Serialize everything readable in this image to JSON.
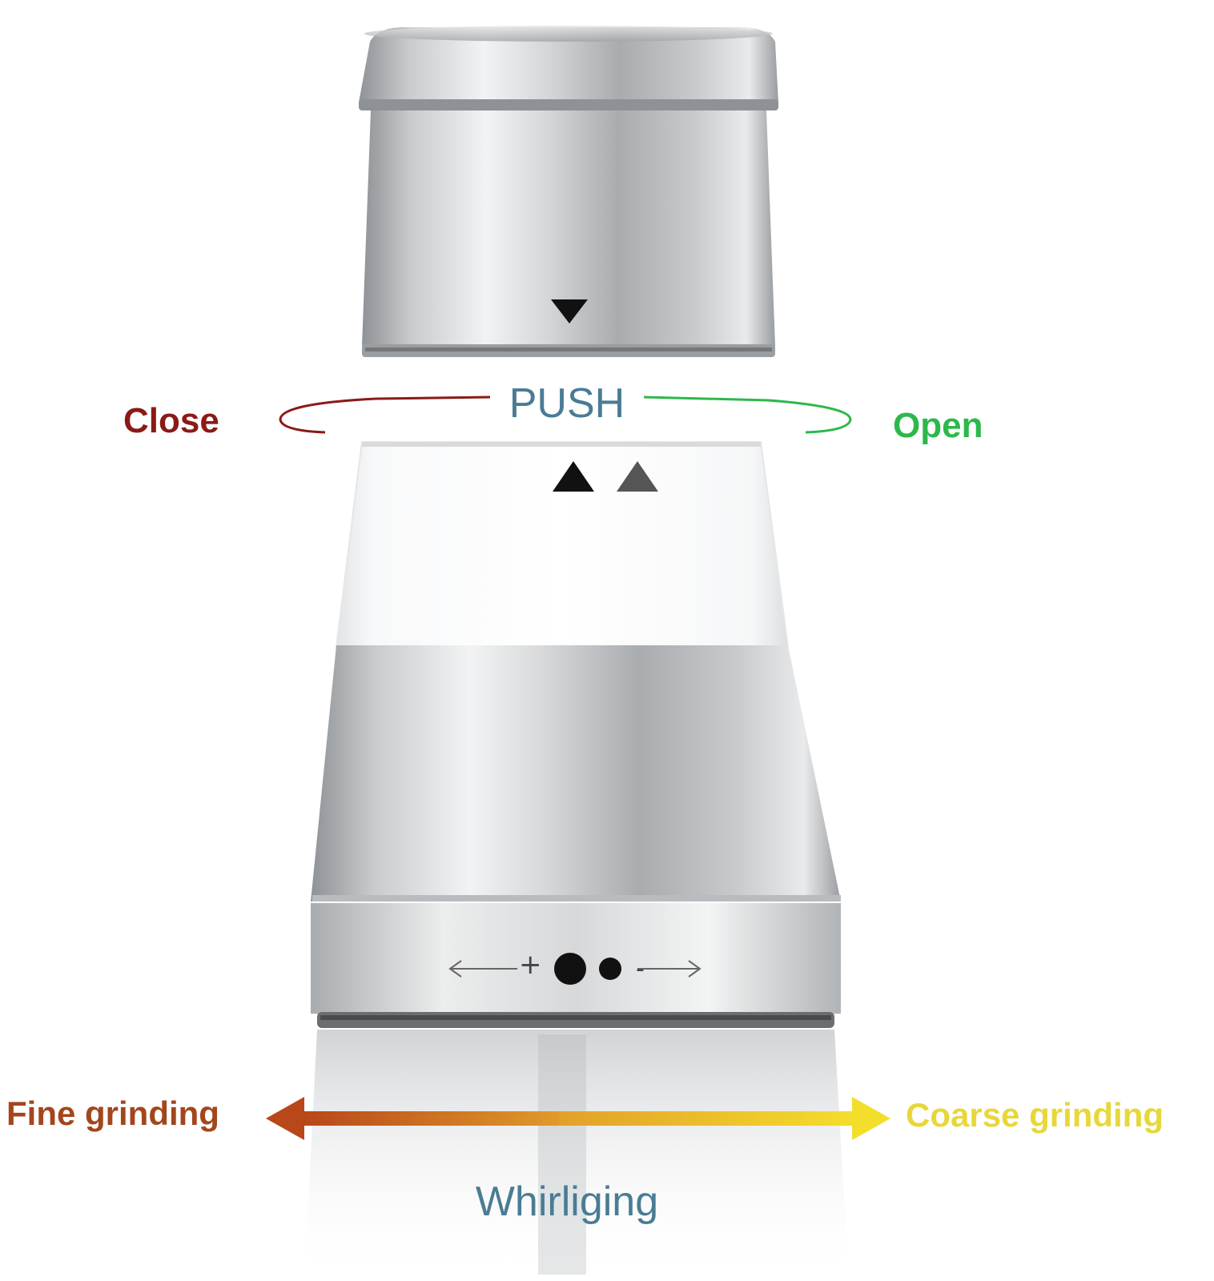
{
  "labels": {
    "push": "PUSH",
    "close": "Close",
    "open": "Open",
    "fine": "Fine grinding",
    "coarse": "Coarse grinding",
    "whirl": "Whirliging",
    "plus": "+",
    "minus": "-"
  },
  "colors": {
    "push": "#4a7c94",
    "close": "#8b1a17",
    "open": "#2db84a",
    "fine": "#a3461c",
    "coarse": "#e8d73a",
    "whirl": "#4a7c94",
    "fine_arrow": "#b8471a",
    "coarse_arrow": "#f0d82a"
  },
  "icons": [
    "triangle-down-icon",
    "triangle-up-icon",
    "dot-icon",
    "arrow-left-icon",
    "arrow-right-icon"
  ]
}
